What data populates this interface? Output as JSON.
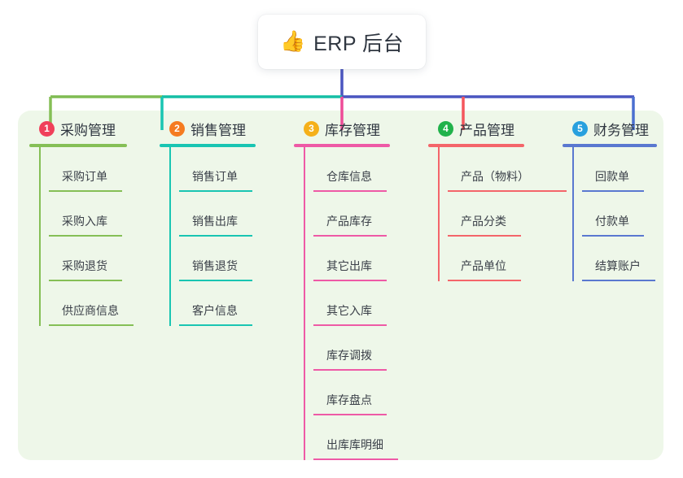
{
  "title": {
    "emoji": "👍",
    "emoji_name": "thumbs-up-icon",
    "text": "ERP 后台"
  },
  "theme": {
    "panel_bg": "#eef7e9",
    "page_bg": "#ffffff",
    "card_bg": "#ffffff",
    "text": "#2f3640",
    "stem": "#4a55c0"
  },
  "bus": {
    "segments": [
      {
        "name": "green-segment",
        "color": "#7fbc52"
      },
      {
        "name": "teal-segment",
        "color": "#15bfa5"
      },
      {
        "name": "blue-segment",
        "color": "#4a55c0"
      }
    ]
  },
  "columns": [
    {
      "index": "1",
      "title": "采购管理",
      "badge_color": "#f0405a",
      "line_color": "#85bf56",
      "drop_color": "#85bf56",
      "items": [
        {
          "label": "采购订单"
        },
        {
          "label": "采购入库"
        },
        {
          "label": "采购退货"
        },
        {
          "label": "供应商信息"
        }
      ]
    },
    {
      "index": "2",
      "title": "销售管理",
      "badge_color": "#f57b20",
      "line_color": "#19c5b2",
      "drop_color": "#19c5b2",
      "items": [
        {
          "label": "销售订单"
        },
        {
          "label": "销售出库"
        },
        {
          "label": "销售退货"
        },
        {
          "label": "客户信息"
        }
      ]
    },
    {
      "index": "3",
      "title": "库存管理",
      "badge_color": "#f5b01a",
      "line_color": "#ee5aa6",
      "drop_color": "#ee4b97",
      "items": [
        {
          "label": "仓库信息"
        },
        {
          "label": "产品库存"
        },
        {
          "label": "其它出库"
        },
        {
          "label": "其它入库"
        },
        {
          "label": "库存调拨"
        },
        {
          "label": "库存盘点"
        },
        {
          "label": "出库库明细"
        }
      ]
    },
    {
      "index": "4",
      "title": "产品管理",
      "badge_color": "#21b24b",
      "line_color": "#f4656a",
      "drop_color": "#f4565c",
      "items": [
        {
          "label": "产品（物料）"
        },
        {
          "label": "产品分类"
        },
        {
          "label": "产品单位"
        }
      ]
    },
    {
      "index": "5",
      "title": "财务管理",
      "badge_color": "#28a0de",
      "line_color": "#5a78d0",
      "drop_color": "#4a6fd0",
      "items": [
        {
          "label": "回款单"
        },
        {
          "label": "付款单"
        },
        {
          "label": "结算账户"
        }
      ]
    }
  ]
}
